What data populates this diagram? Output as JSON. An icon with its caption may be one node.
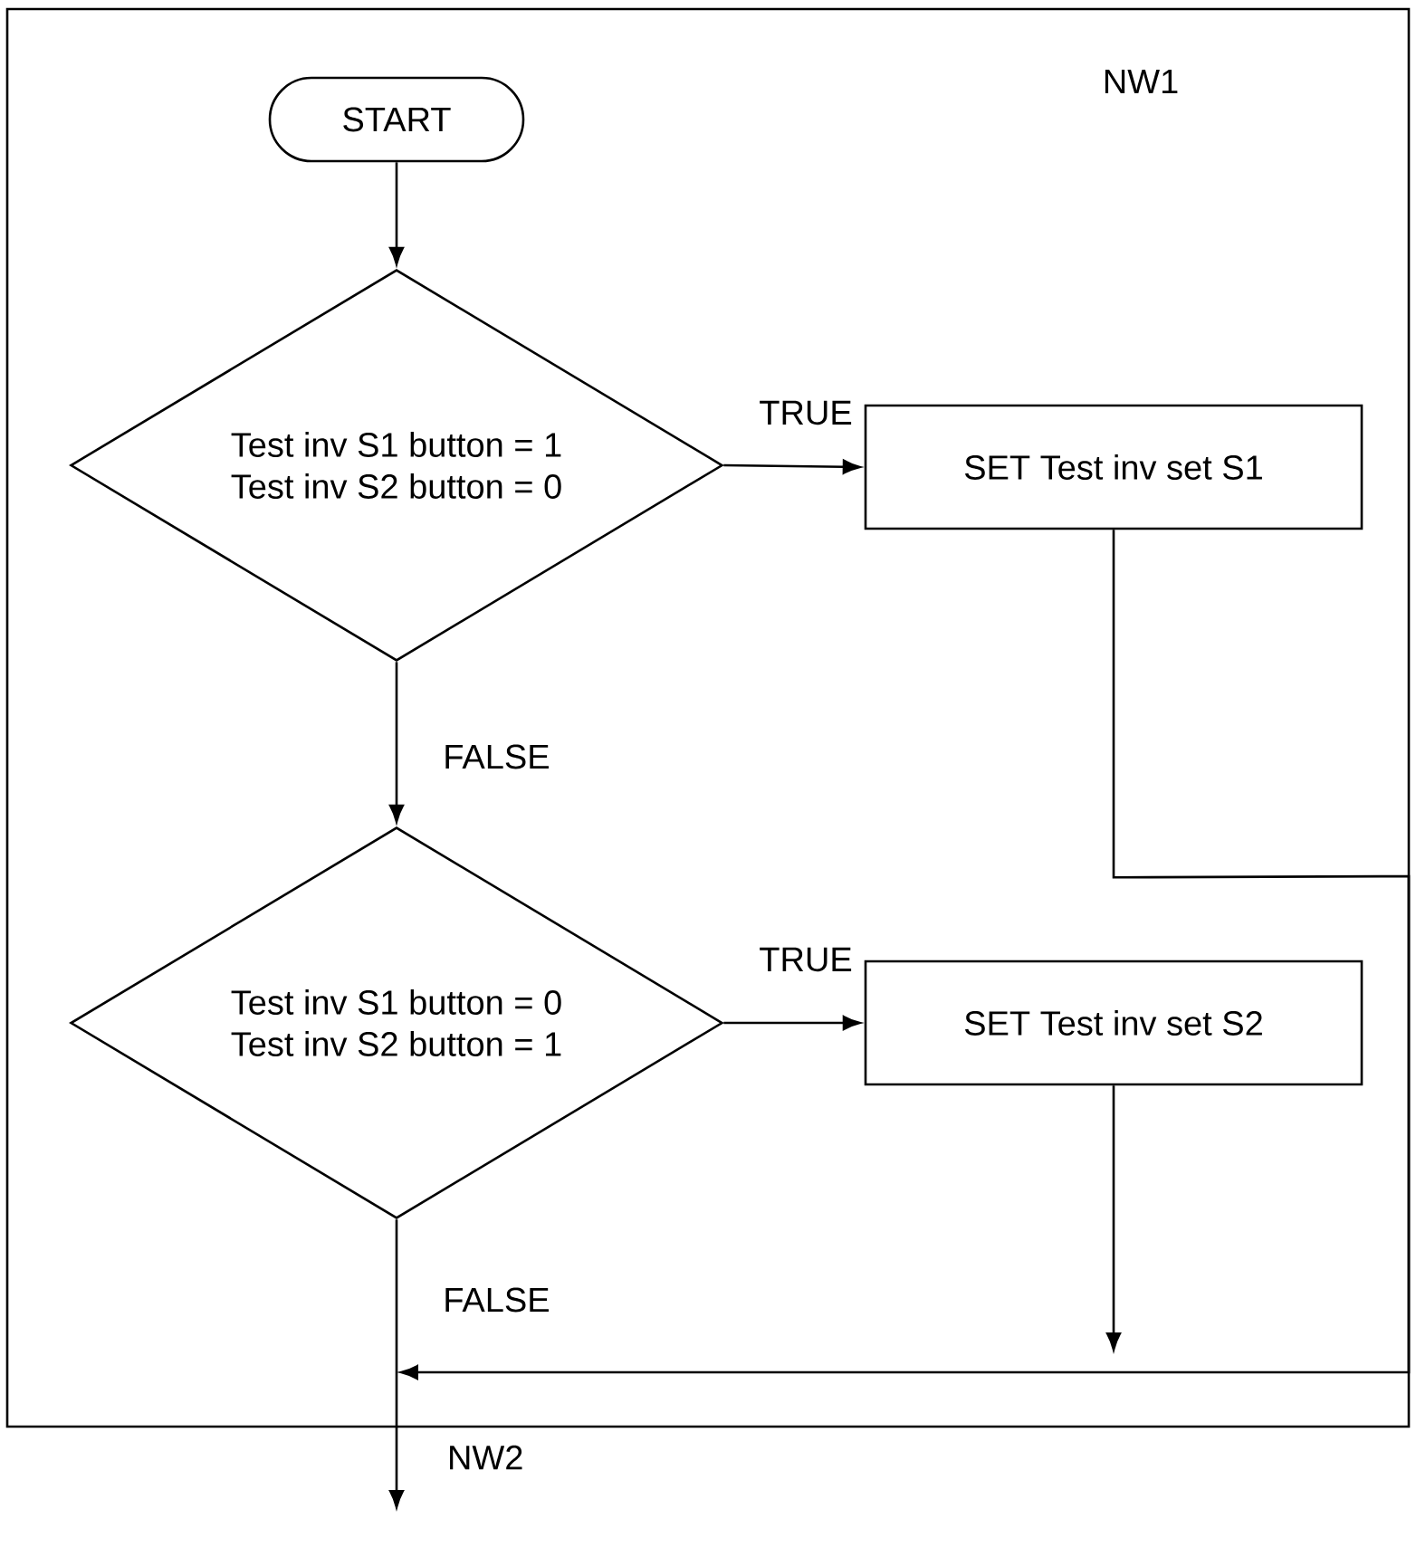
{
  "diagram": {
    "nodes": [
      {
        "text": [
          "NW1"
        ]
      },
      {
        "text": [
          "START"
        ],
        "in": 0
      },
      {
        "text": [
          "Test inv S1 button = 1",
          "Test inv S2 button = 0"
        ],
        "in": 0
      },
      {
        "text": [
          "Test inv S1 button = 0",
          "Test inv S2 button = 1"
        ],
        "in": 0
      },
      {
        "text": [
          "SET Test inv set S1"
        ],
        "in": 0
      },
      {
        "text": [
          "SET Test inv set S2"
        ],
        "in": 0
      }
    ],
    "edges": [
      {
        "from": 1,
        "to": 2,
        "arrow": "to"
      },
      {
        "from": 2,
        "to": 4,
        "arrow": "to",
        "label": "TRUE"
      },
      {
        "from": 2,
        "to": 3,
        "arrow": "to",
        "label": "FALSE"
      },
      {
        "from": 3,
        "to": 5,
        "arrow": "to",
        "label": "TRUE"
      },
      {
        "from": 3,
        "to": null,
        "arrow": "to",
        "label": "FALSE"
      },
      {
        "from": 4,
        "to": null,
        "arrow": "to"
      },
      {
        "from": 5,
        "to": null,
        "arrow": "to"
      }
    ],
    "labels": [
      "NW2"
    ]
  }
}
